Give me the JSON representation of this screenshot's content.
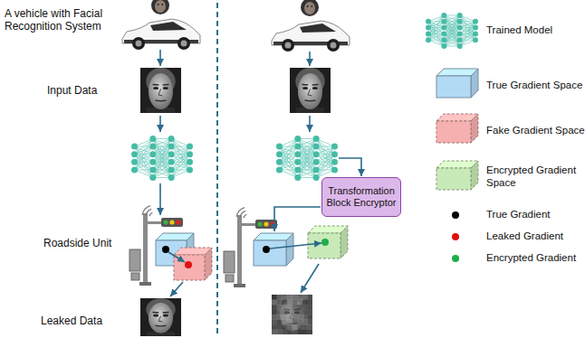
{
  "diagram": {
    "nodes": [
      {
        "text": [
          "Transformation Block Encryptor"
        ]
      }
    ],
    "labels": [
      "A vehicle with Facial Recognition System",
      "Input Data",
      "Roadside Unit",
      "Leaked Data"
    ],
    "legend": [
      {
        "text": "Trained Model"
      },
      {
        "text": "True Gradient Space",
        "color": "#b3daf5"
      },
      {
        "text": "Fake Gradient Space",
        "color": "#f7b0b0"
      },
      {
        "text": "Encrypted Gradient Space",
        "color": "#c8eab8"
      },
      {
        "text": "True Gradient",
        "color": "#000000"
      },
      {
        "text": "Leaked Gradient",
        "color": "#e01010"
      },
      {
        "text": "Encrypted Gradient",
        "color": "#1fae4b"
      }
    ]
  }
}
